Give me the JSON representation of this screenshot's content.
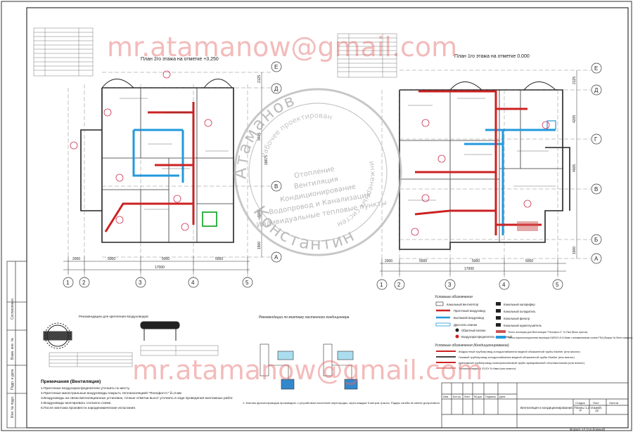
{
  "watermark": {
    "email": "mr.atamanow@gmail.com",
    "arc_top": "Атаманов",
    "arc_bottom": "Константин",
    "ring_left": "Рабочее проектирование",
    "ring_right": "инженерных систем",
    "services": [
      "Отопление",
      "Вентиляция",
      "Кондиционирование",
      "Водопровод и Канализация",
      "Индивидуальные тепловые пункты"
    ]
  },
  "plans": {
    "left_title": "План 2го этажа на отметке +3.250",
    "right_title": "План 1го этажа на отметке 0.000",
    "total_width": "17000",
    "left_spans": [
      "2000",
      "5000",
      "5000",
      "5000"
    ],
    "right_spans": [
      "2000",
      "5000",
      "5000",
      "5000"
    ],
    "col_axes": [
      "1",
      "2",
      "3",
      "4",
      "5"
    ],
    "row_axes_left": [
      "Е",
      "Д",
      "В",
      "А"
    ],
    "row_axes_right": [
      "Е",
      "Д",
      "Г",
      "В",
      "Б",
      "А"
    ],
    "vert_dims": [
      "2125",
      "9405",
      "4005",
      "1900",
      "4205",
      "18875"
    ]
  },
  "details": {
    "duct_support_title": "Рекомендации для крепления воздуховодов",
    "ac_install_title": "Рекомендации по монтажу настенного кондиционера",
    "ac_note": "1. Монтаж фреонопроводов производить с устройством настенной перегородки, через каждые 6 метров трассы. Радиус изгиба не менее допустимого"
  },
  "notes": {
    "title": "Примечания (Вентиляция)",
    "items": [
      "1.Приточные воздухораспределители уточнить по месту.",
      "2.Приточные магистральные воздуховоды покрыть теплоизоляцией \"Пенофол-С\" δ=3 мм",
      "3.Воздуховоды на связи вентиляционных установок, точные отметки высот уточнить в ходе проведения монтажных работ.",
      "4.Воздуховоды монтировать согласно схеме.",
      "5.После монтажа произвести аэродинамические испытания."
    ]
  },
  "legend": {
    "vent_title": "Условные обозначения",
    "vent_items": [
      "Канальный вентилятор",
      "Приточный воздуховод",
      "Вытяжной воздуховод",
      "Дроссель клапан",
      "Обратный клапан",
      "Воздухораспределитель потолочный"
    ],
    "vent_items_right": [
      "Канальный калорифер",
      "Канальный охладитель",
      "Канальный фильтр",
      "Канальный шумоглушитель"
    ],
    "insulation_1": "Тепло изоляция для Вентиляции \"Пенофол-С\" δ=7мм (Весь приток)",
    "insulation_2": "Тепло-пароизоляционная изоляция БИЗОН-К δ=5мм с алюминиевым слоем FSA (Вокруг № Вент камеры)",
    "ac_title": "Условные обозначения (Кондиционирование)",
    "ac_items": [
      "Жидкостный трубопровод холодоснабжения медной обожженной трубы Mueller (или аналог)",
      "Газовый трубопровод холодоснабжения медной обожженной трубы Mueller (или аналог)",
      "Дренажный трубопровод полипропиленовой трубы армированной стекловолокном (или аналог)",
      "Теплоизоляция K-FLEX δ=9мм (или аналог)"
    ]
  },
  "title_block": {
    "header_cells": [
      "Изм.",
      "Кол.уч",
      "Лист",
      "№ док",
      "Подпись",
      "Дата"
    ],
    "sheet_title": "Вентиляция и кондиционирование. Планы 1,2 этажей.",
    "stage_label": "Стадия",
    "stage_value": "Р",
    "sheet_label": "Лист",
    "sheet_value": "12",
    "sheets_label": "Листов",
    "format_label": "Формат А2 (Альбомный)"
  },
  "side_stamp": [
    "Инв. № подл.",
    "Подп. и дата",
    "Взам. инв. №",
    "Согласовано"
  ],
  "colors": {
    "supply": "#cc2222",
    "exhaust": "#2299dd",
    "room_tag": "#cc3355",
    "plan": "#222222",
    "watermark_red": "#e66a6a",
    "watermark_grey": "#b5b5b5",
    "green": "#22aa33"
  }
}
